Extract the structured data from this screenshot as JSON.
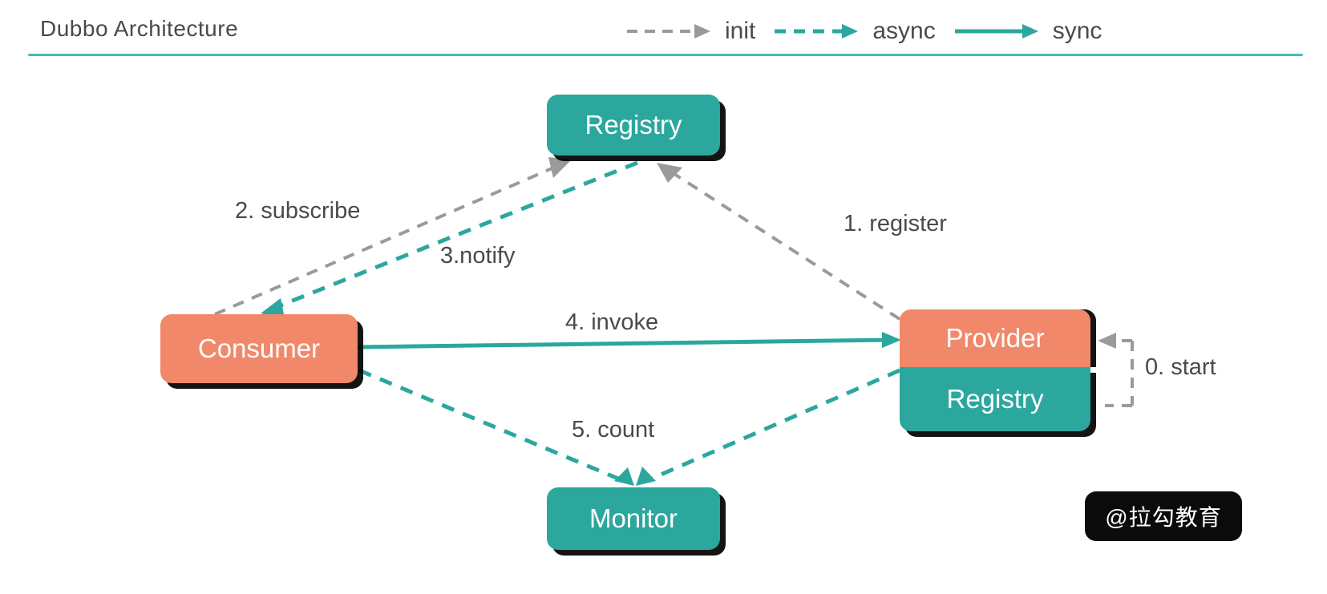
{
  "header": {
    "title": "Dubbo Architecture"
  },
  "legend": {
    "items": [
      {
        "label": "init",
        "style": "dashed",
        "color": "#9a9a9a"
      },
      {
        "label": "async",
        "style": "dashed",
        "color": "#2ba79e"
      },
      {
        "label": "sync",
        "style": "solid",
        "color": "#2ba79e"
      }
    ]
  },
  "nodes": {
    "registry": {
      "label": "Registry",
      "color": "#2ba79e"
    },
    "consumer": {
      "label": "Consumer",
      "color": "#f2886a"
    },
    "provider": {
      "label": "Provider",
      "color": "#f2886a"
    },
    "provider_registry": {
      "label": "Registry",
      "color": "#2ba79e"
    },
    "monitor": {
      "label": "Monitor",
      "color": "#2ba79e"
    }
  },
  "edges": [
    {
      "id": "register",
      "label": "1. register",
      "from": "provider",
      "to": "registry",
      "style": "dashed",
      "color": "#9a9a9a",
      "kind": "init"
    },
    {
      "id": "subscribe",
      "label": "2. subscribe",
      "from": "consumer",
      "to": "registry",
      "style": "dashed",
      "color": "#9a9a9a",
      "kind": "init"
    },
    {
      "id": "notify",
      "label": "3.notify",
      "from": "registry",
      "to": "consumer",
      "style": "dashed",
      "color": "#2ba79e",
      "kind": "async"
    },
    {
      "id": "invoke",
      "label": "4. invoke",
      "from": "consumer",
      "to": "provider",
      "style": "solid",
      "color": "#2ba79e",
      "kind": "sync"
    },
    {
      "id": "count",
      "label": "5. count",
      "from": "consumer",
      "to": "monitor",
      "style": "dashed",
      "color": "#2ba79e",
      "kind": "async"
    },
    {
      "id": "count2",
      "label": "",
      "from": "provider",
      "to": "monitor",
      "style": "dashed",
      "color": "#2ba79e",
      "kind": "async"
    },
    {
      "id": "start",
      "label": "0. start",
      "from": "provider_registry",
      "to": "provider",
      "style": "dashed",
      "color": "#9a9a9a",
      "kind": "init"
    }
  ],
  "watermark": {
    "label": "@拉勾教育"
  },
  "colors": {
    "teal": "#2ba79e",
    "teal_rule": "#3fc0bb",
    "salmon": "#f2886a",
    "gray": "#9a9a9a",
    "text": "#4a4a4a",
    "shadow": "#000000",
    "background": "#ffffff"
  }
}
